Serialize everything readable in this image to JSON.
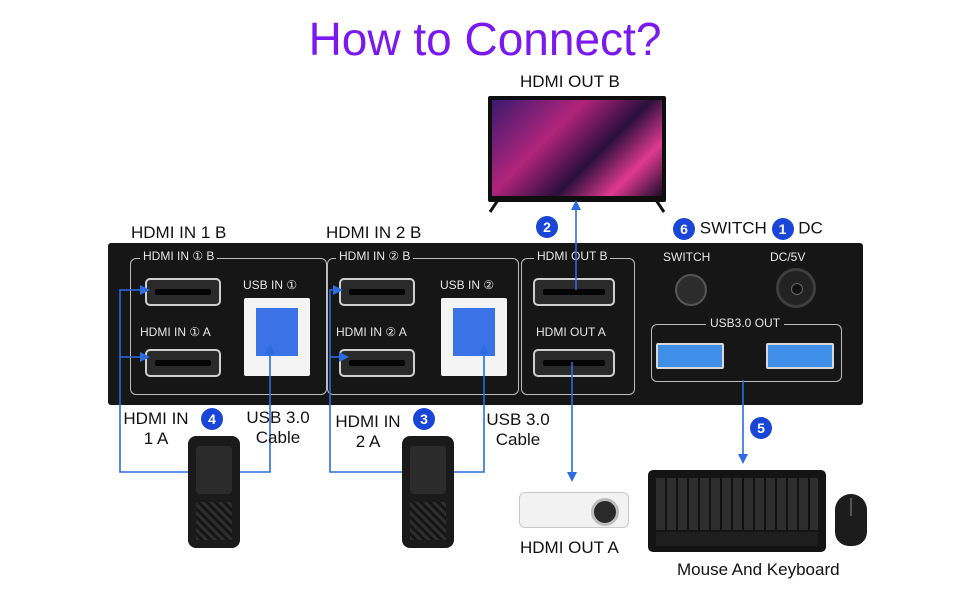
{
  "title": "How to Connect?",
  "labels": {
    "hdmi_out_b_top": "HDMI OUT B",
    "hdmi_in_1_b": "HDMI IN 1 B",
    "hdmi_in_2_b": "HDMI IN 2 B",
    "switch_word": "SWITCH",
    "dc_word": "DC",
    "hdmi_in_1a_line1": "HDMI IN",
    "hdmi_in_1a_line2": "1 A",
    "usb_cable_1_line1": "USB 3.0",
    "usb_cable_1_line2": "Cable",
    "hdmi_in_2a_line1": "HDMI IN",
    "hdmi_in_2a_line2": "2 A",
    "usb_cable_2_line1": "USB 3.0",
    "usb_cable_2_line2": "Cable",
    "hdmi_out_a_bottom": "HDMI OUT A",
    "mouse_keyboard": "Mouse And Keyboard"
  },
  "badges": {
    "b1": "1",
    "b2": "2",
    "b3": "3",
    "b4": "4",
    "b5": "5",
    "b6": "6"
  },
  "panel": {
    "hdmi_in_1_b": "HDMI IN ① B",
    "hdmi_in_1_a": "HDMI IN ① A",
    "usb_in_1": "USB IN ①",
    "hdmi_in_2_b": "HDMI IN ② B",
    "hdmi_in_2_a": "HDMI IN ② A",
    "usb_in_2": "USB IN ②",
    "hdmi_out_b": "HDMI OUT B",
    "hdmi_out_a": "HDMI OUT A",
    "switch": "SWITCH",
    "dc": "DC/5V",
    "usb3_out": "USB3.0 OUT"
  },
  "colors": {
    "title": "#7a18f0",
    "badge": "#1a46d8",
    "cable": "#2c6be0"
  }
}
